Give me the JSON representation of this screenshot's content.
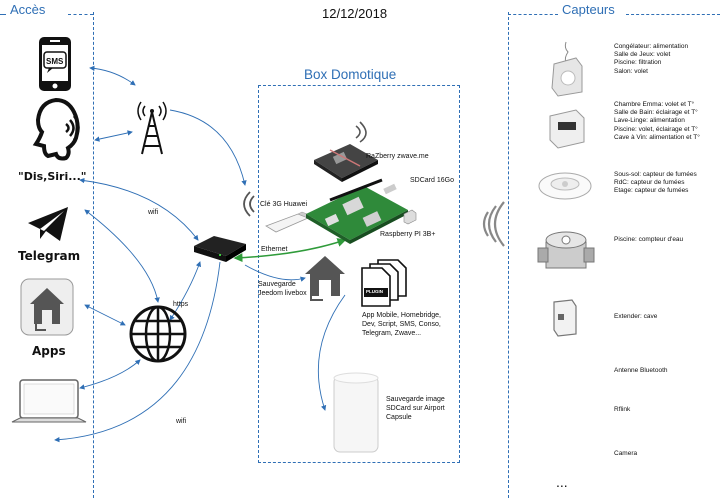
{
  "header": {
    "date": "12/12/2018"
  },
  "sections": {
    "acces": "Accès",
    "box": "Box Domotique",
    "capteurs": "Capteurs"
  },
  "access": {
    "sms_icon_text": "SMS",
    "siri": "\"Dis,Siri...\"",
    "telegram": "Telegram",
    "apps": "Apps"
  },
  "links": {
    "wifi_top": "wifi",
    "https": "https",
    "wifi_bottom": "wifi",
    "ethernet": "Ethernet",
    "sauvegarde": "Sauvegarde\nJeedom livebox",
    "cle3g": "Clé 3G Huawei"
  },
  "box": {
    "razberry": "RaZberry zwave.me",
    "sdcard": "SDCard 16Go",
    "raspberry": "Raspberry PI 3B+",
    "plugin_icon": "PLUGIN",
    "apps_list": "App Mobile, Homebridge,\nDev, Script, SMS, Conso,\nTelegram, Zwave...",
    "capsule": "Sauvegarde image\nSDCard sur Airport\nCapsule"
  },
  "sensors": [
    {
      "text": "Congélateur: alimentation\nSalle de Jeux: volet\nPiscine: filtration\nSalon: volet"
    },
    {
      "text": "Chambre Emma: volet et T°\nSalle de Bain: éclairage et T°\nLave-Linge: alimentation\nPiscine: volet, éclairage et T°\nCave à Vin: alimentation et T°"
    },
    {
      "text": "Sous-sol: capteur de fumées\nRdC: capteur de fumées\nEtage: capteur de fumées"
    },
    {
      "text": "Piscine: compteur d'eau"
    },
    {
      "text": "Extender: cave"
    },
    {
      "text": "Antenne Bluetooth"
    },
    {
      "text": "Rflink"
    },
    {
      "text": "Camera"
    }
  ],
  "ellipsis": "..."
}
